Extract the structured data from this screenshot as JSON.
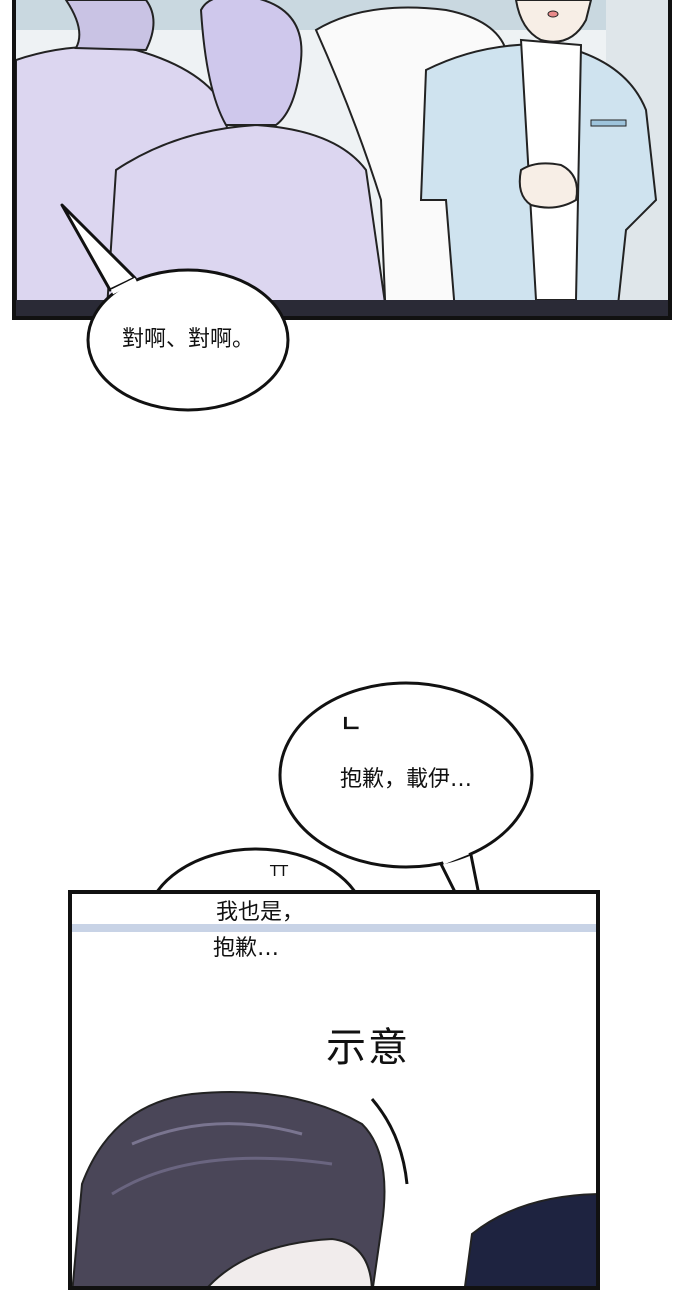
{
  "panel1": {
    "bubble": {
      "text": "對啊、對啊。"
    }
  },
  "panel2": {
    "bubble_top": {
      "text": "抱歉，載伊…",
      "sfx": "ㄴ"
    },
    "bubble_left": {
      "line1": "我也是，",
      "line2": "抱歉…",
      "sfx": "TT"
    },
    "sfx_gesture": "示意"
  }
}
